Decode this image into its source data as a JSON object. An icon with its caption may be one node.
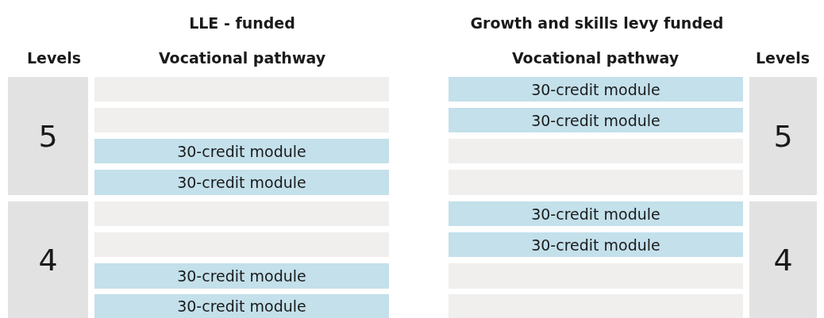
{
  "diagram": {
    "nodes": [
      {
        "text": [
          "5"
        ]
      },
      {
        "text": [],
        "shape": "box"
      },
      {
        "text": [],
        "shape": "box"
      },
      {
        "text": [
          "30-credit module"
        ]
      },
      {
        "text": [
          "30-credit module"
        ]
      },
      {
        "text": [
          "30-credit module"
        ]
      },
      {
        "text": [
          "30-credit module"
        ]
      },
      {
        "text": [],
        "shape": "box"
      },
      {
        "text": [],
        "shape": "box"
      },
      {
        "text": [
          "5"
        ]
      },
      {
        "text": [
          "4"
        ]
      },
      {
        "text": [],
        "shape": "box"
      },
      {
        "text": [],
        "shape": "box"
      },
      {
        "text": [
          "30-credit module"
        ]
      },
      {
        "text": [
          "30-credit module"
        ]
      },
      {
        "text": [
          "30-credit module"
        ]
      },
      {
        "text": [
          "30-credit module"
        ]
      },
      {
        "text": [],
        "shape": "box"
      },
      {
        "text": [],
        "shape": "box"
      },
      {
        "text": [
          "4"
        ]
      }
    ],
    "edges": [],
    "labels": [
      "LLE - funded",
      "Growth and skills levy funded",
      "Levels",
      "Vocational pathway",
      "Vocational pathway",
      "Levels"
    ]
  }
}
